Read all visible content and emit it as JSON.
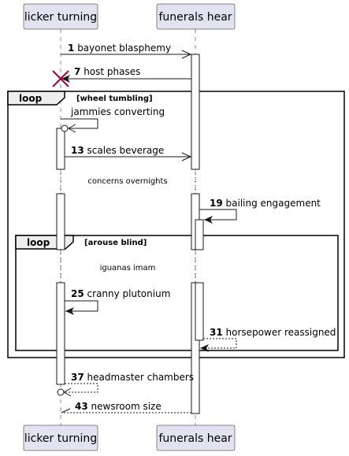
{
  "participants": {
    "left": "licker turning",
    "right": "funerals hear"
  },
  "messages": [
    {
      "num": "1",
      "text": "bayonet blasphemy"
    },
    {
      "num": "7",
      "text": "host phases"
    },
    {
      "num": "",
      "text": "jammies converting"
    },
    {
      "num": "13",
      "text": "scales beverage"
    },
    {
      "num": "19",
      "text": "bailing engagement"
    },
    {
      "num": "25",
      "text": "cranny plutonium"
    },
    {
      "num": "31",
      "text": "horsepower reassigned"
    },
    {
      "num": "37",
      "text": "headmaster chambers"
    },
    {
      "num": "43",
      "text": "newsroom size"
    }
  ],
  "delays": [
    "concerns overnights",
    "iguanas imam"
  ],
  "loops": [
    {
      "keyword": "loop",
      "condition": "[wheel tumbling]"
    },
    {
      "keyword": "loop",
      "condition": "[arouse blind]"
    }
  ]
}
